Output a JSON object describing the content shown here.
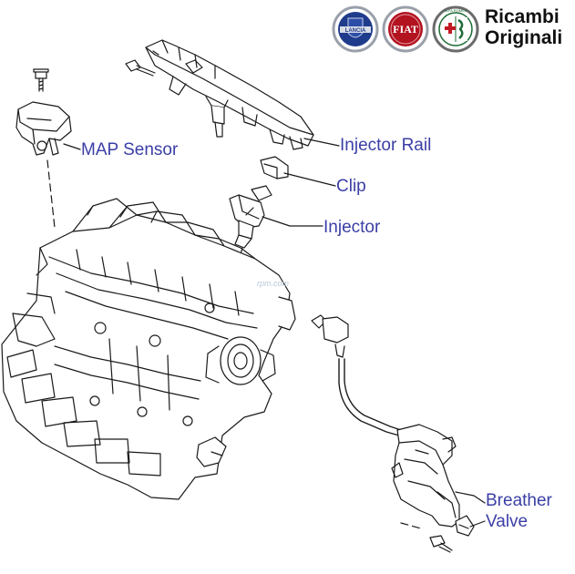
{
  "brand": {
    "line1": "Ricambi",
    "line2": "Originali",
    "logos": [
      {
        "icon": "lancia-badge-icon",
        "text": "LANCIA",
        "color": "#1f3b8c"
      },
      {
        "icon": "fiat-badge-icon",
        "text": "FIAT",
        "color": "#b3121f"
      },
      {
        "icon": "alfa-romeo-badge-icon",
        "text": "ALFA ROMEO",
        "color": "#1c6b34"
      }
    ]
  },
  "watermark": "rpm.com",
  "callouts": {
    "map_sensor": "MAP Sensor",
    "injector_rail": "Injector Rail",
    "clip": "Clip",
    "injector": "Injector",
    "breather_line1": "Breather",
    "breather_line2": "Valve"
  },
  "colors": {
    "label": "#3b3fa6",
    "line_art": "#1a1a1a"
  }
}
